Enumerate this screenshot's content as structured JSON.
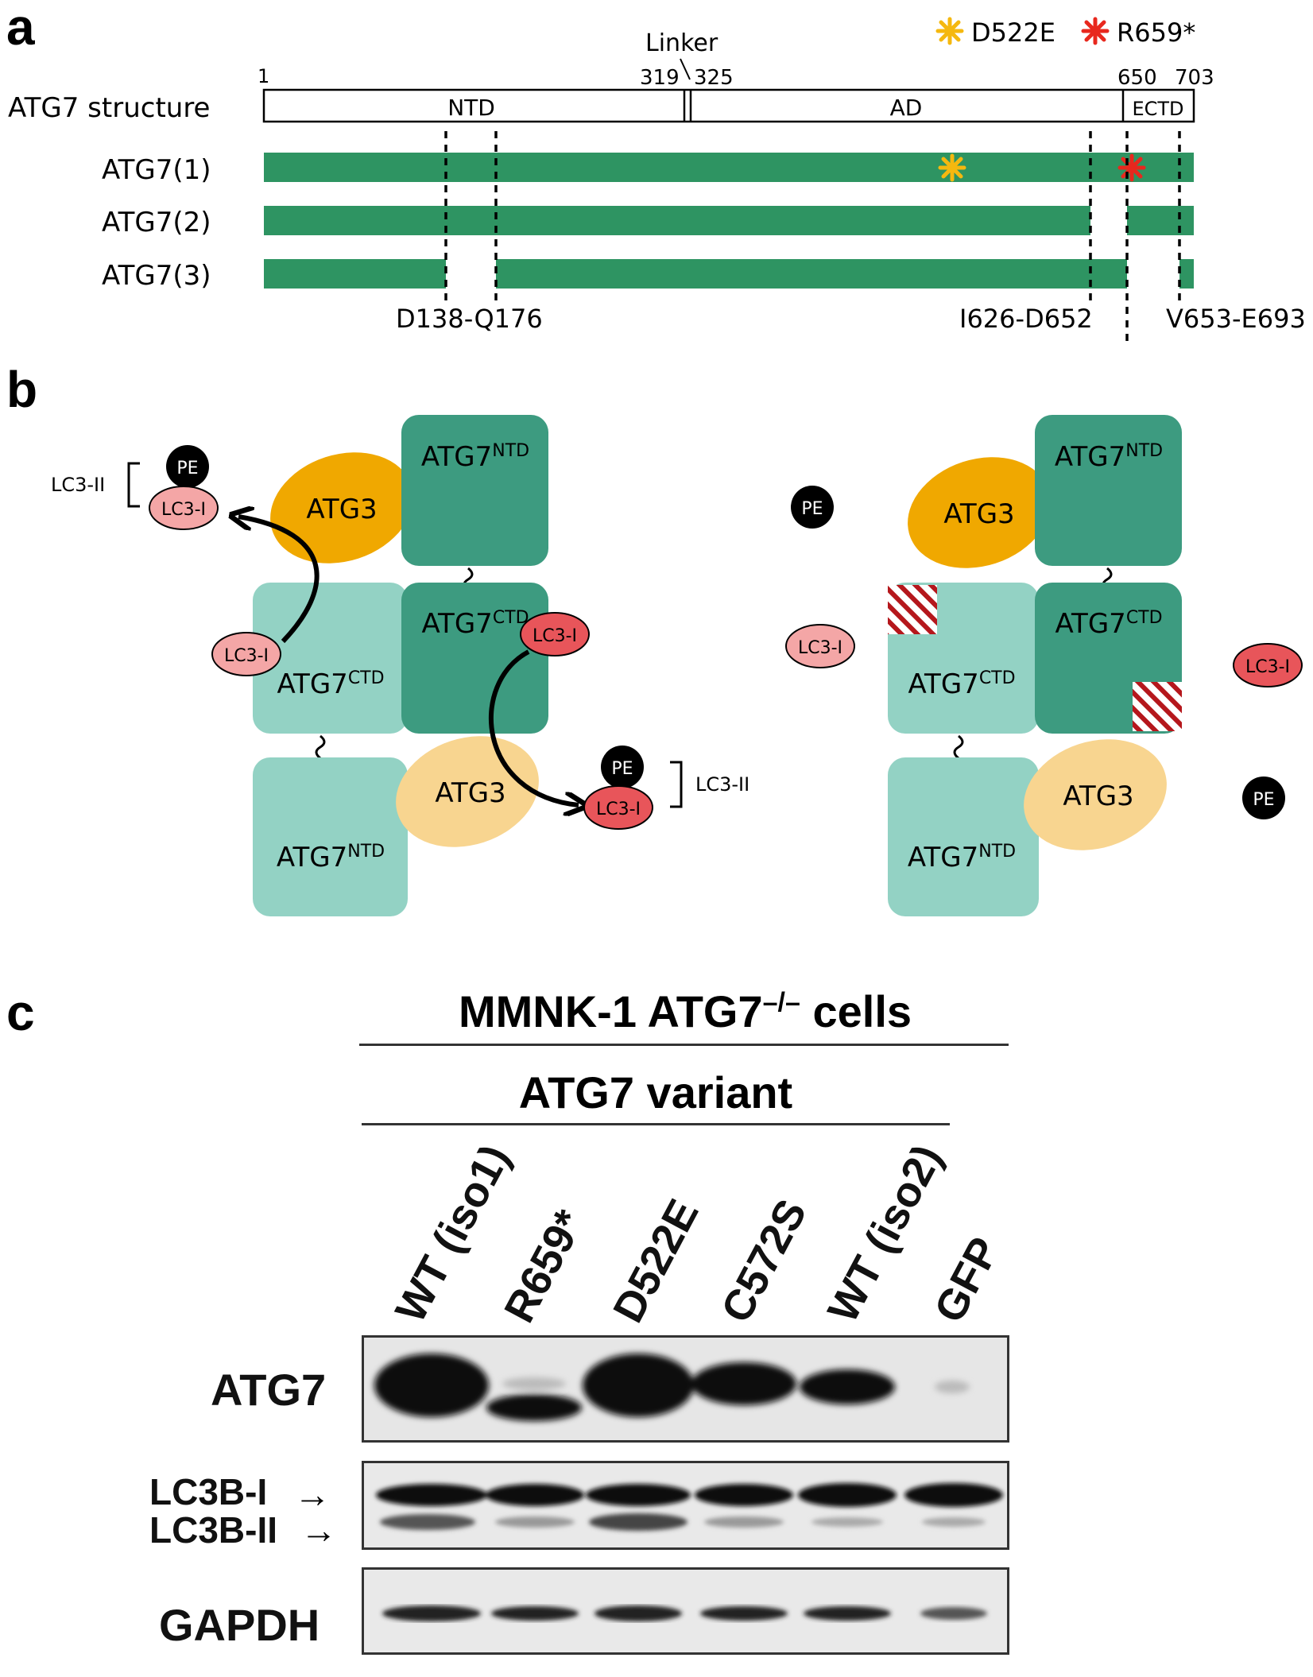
{
  "panel_a": {
    "label": "a",
    "legend": {
      "d522e_label": "D522E",
      "r659_label": "R659*",
      "d522e_color": "#f5b80f",
      "r659_color": "#e8281e"
    },
    "structure_label": "ATG7 structure",
    "linker_label": "Linker",
    "positions": {
      "p1": "1",
      "p319": "319",
      "p325": "325",
      "p650": "650",
      "p703": "703"
    },
    "domains": {
      "ntd": "NTD",
      "ad": "AD",
      "ectd": "ECTD"
    },
    "isoforms": [
      "ATG7(1)",
      "ATG7(2)",
      "ATG7(3)"
    ],
    "deletions": {
      "d1": "D138-Q176",
      "d2": "I626-D652",
      "d3": "V653-E693"
    },
    "bar_color": "#2e9462"
  },
  "panel_b": {
    "label": "b",
    "ntd_base": "ATG7",
    "ntd_sup": "NTD",
    "ctd_base": "ATG7",
    "ctd_sup": "CTD",
    "atg3": "ATG3",
    "lc3i": "LC3-I",
    "lc3ii": "LC3-II",
    "pe": "PE",
    "colors": {
      "dark_teal": "#3d9b80",
      "light_teal": "#93d2c4",
      "atg3_dark": "#f0a800",
      "atg3_light": "#f8d590",
      "lc3_light": "#f4a6a6",
      "lc3_dark": "#e8555a"
    }
  },
  "panel_c": {
    "label": "c",
    "title": "MMNK-1 ATG7",
    "title_sup": "–/–",
    "title_suffix": " cells",
    "subtitle": "ATG7 variant",
    "lanes": [
      "WT (iso1)",
      "R659*",
      "D522E",
      "C572S",
      "WT (iso2)",
      "GFP"
    ],
    "rows": {
      "atg7": "ATG7",
      "lc3bi": "LC3B-I",
      "lc3bii": "LC3B-II",
      "gapdh": "GAPDH"
    }
  }
}
